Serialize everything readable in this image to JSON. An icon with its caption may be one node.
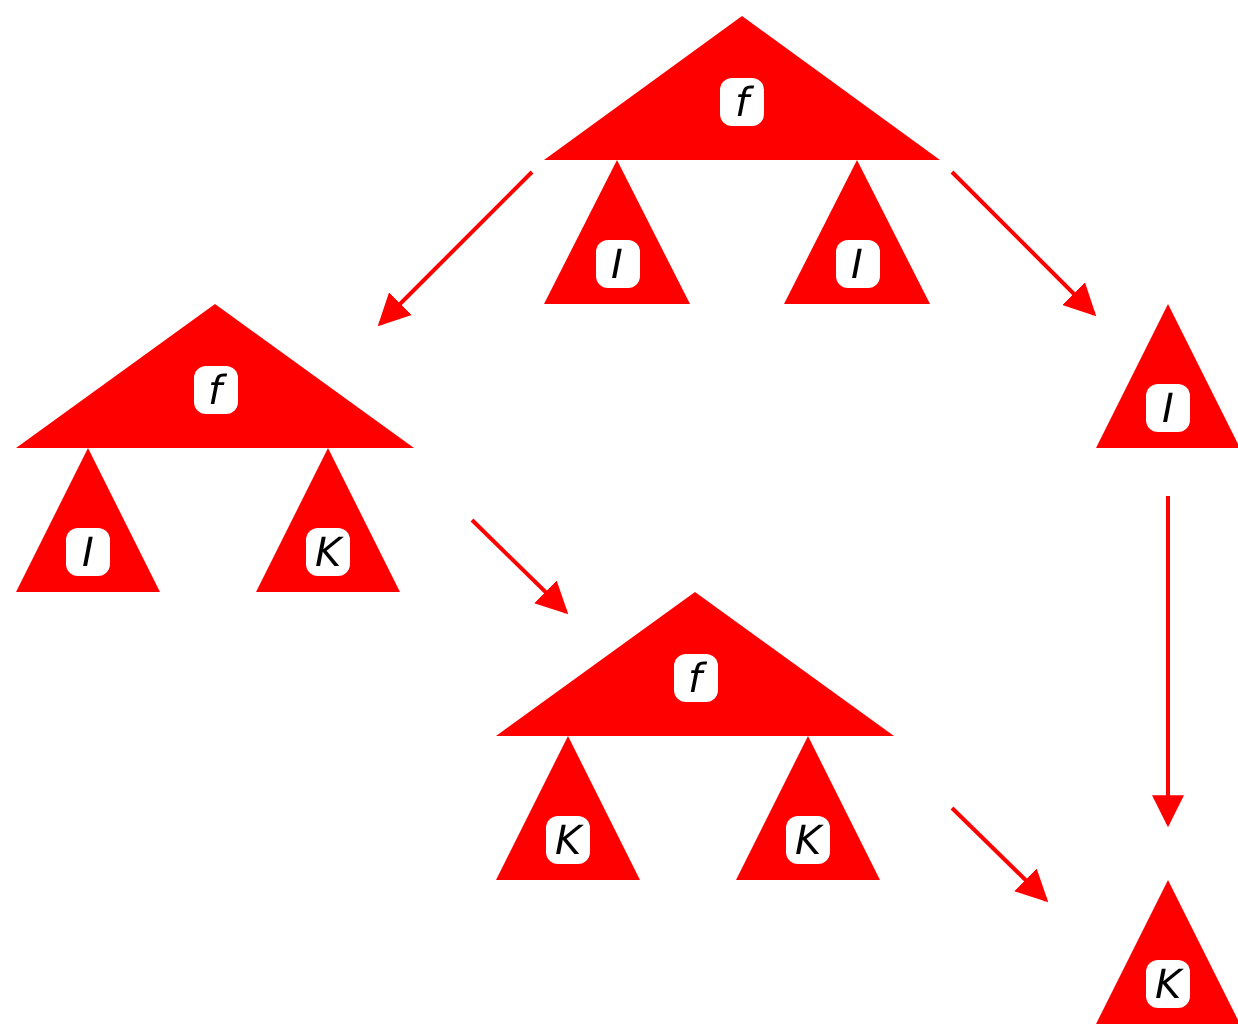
{
  "diagram": {
    "nodes": [
      {
        "text": [
          "f"
        ]
      },
      {
        "text": [
          "I"
        ]
      },
      {
        "text": [
          "I"
        ]
      },
      {
        "text": [
          "f"
        ]
      },
      {
        "text": [
          "I"
        ]
      },
      {
        "text": [
          "K"
        ]
      },
      {
        "text": [
          "I"
        ]
      },
      {
        "text": [
          "f"
        ]
      },
      {
        "text": [
          "K"
        ]
      },
      {
        "text": [
          "K"
        ]
      },
      {
        "text": [
          "K"
        ]
      }
    ],
    "edges": [
      {
        "from": 0,
        "to": 3,
        "arrow": "to"
      },
      {
        "from": 0,
        "to": 6,
        "arrow": "to"
      },
      {
        "from": 3,
        "to": 7,
        "arrow": "to"
      },
      {
        "from": 6,
        "to": 10,
        "arrow": "to"
      },
      {
        "from": 7,
        "to": 10,
        "arrow": "to"
      }
    ]
  }
}
